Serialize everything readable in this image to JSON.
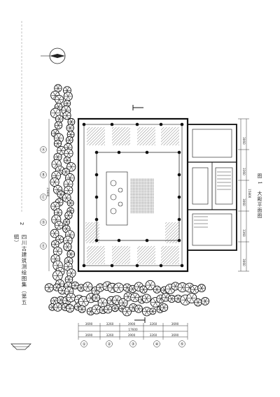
{
  "page": {
    "book_title": "四川古建筑测绘图集（第五辑）",
    "figure_caption": "图 1　大殿平面图",
    "sheet_number": "2"
  },
  "dimensions": {
    "bottom_row_1": [
      "3690",
      "3260",
      "3900",
      "3260",
      "3690"
    ],
    "bottom_total": "17600",
    "bottom_row_2": [
      "3690",
      "3260",
      "3900",
      "3260",
      "3690"
    ],
    "right_col": [
      "3060",
      "3360",
      "3060",
      "3360",
      "3060"
    ],
    "right_total": "15800",
    "left_total": "15800"
  },
  "axes": {
    "bottom": [
      "①",
      "②",
      "③",
      "④",
      "⑤"
    ],
    "left": [
      "Ⓐ",
      "Ⓑ",
      "Ⓒ",
      "Ⓓ",
      "Ⓔ"
    ]
  },
  "icons": {
    "north_arrow": "north-arrow-icon",
    "scale": "scale-bar-icon"
  }
}
